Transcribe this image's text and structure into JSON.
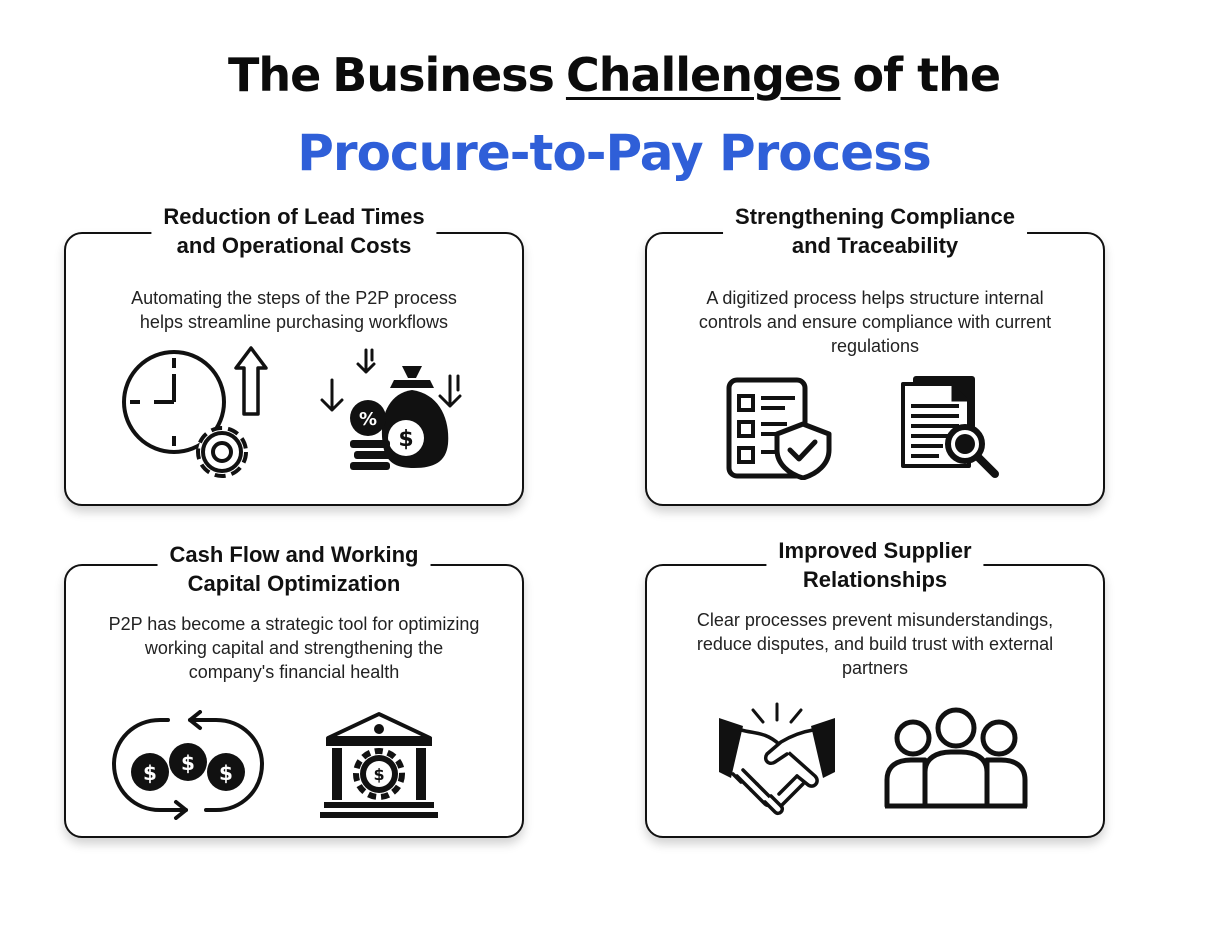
{
  "title": {
    "line1_words": [
      "The",
      "Business",
      "Challenges",
      "of the"
    ],
    "line2": "Procure-to-Pay Process",
    "accent_color": "#2f5fd8"
  },
  "cards": [
    {
      "title_lines": [
        "Reduction of Lead Times",
        "and Operational Costs"
      ],
      "description_lines": [
        "Automating the steps of the P2P process",
        "helps streamline purchasing workflows"
      ],
      "icons": [
        "clock-gear-arrow-up-icon",
        "money-bag-cost-reduction-icon"
      ]
    },
    {
      "title_lines": [
        "Strengthening Compliance",
        "and Traceability"
      ],
      "description_lines": [
        "A digitized process helps structure internal",
        "controls and ensure compliance with current",
        "regulations"
      ],
      "icons": [
        "checklist-shield-icon",
        "document-magnifier-icon"
      ]
    },
    {
      "title_lines": [
        "Cash Flow and Working",
        "Capital Optimization"
      ],
      "description_lines": [
        "P2P has become a strategic tool for optimizing",
        "working capital and strengthening the",
        "company's financial health"
      ],
      "icons": [
        "cash-flow-cycle-icon",
        "bank-gear-icon"
      ]
    },
    {
      "title_lines": [
        "Improved Supplier",
        "Relationships"
      ],
      "description_lines": [
        "Clear processes prevent misunderstandings,",
        "reduce disputes, and build trust with external",
        "partners"
      ],
      "icons": [
        "handshake-icon",
        "team-group-icon"
      ]
    }
  ]
}
